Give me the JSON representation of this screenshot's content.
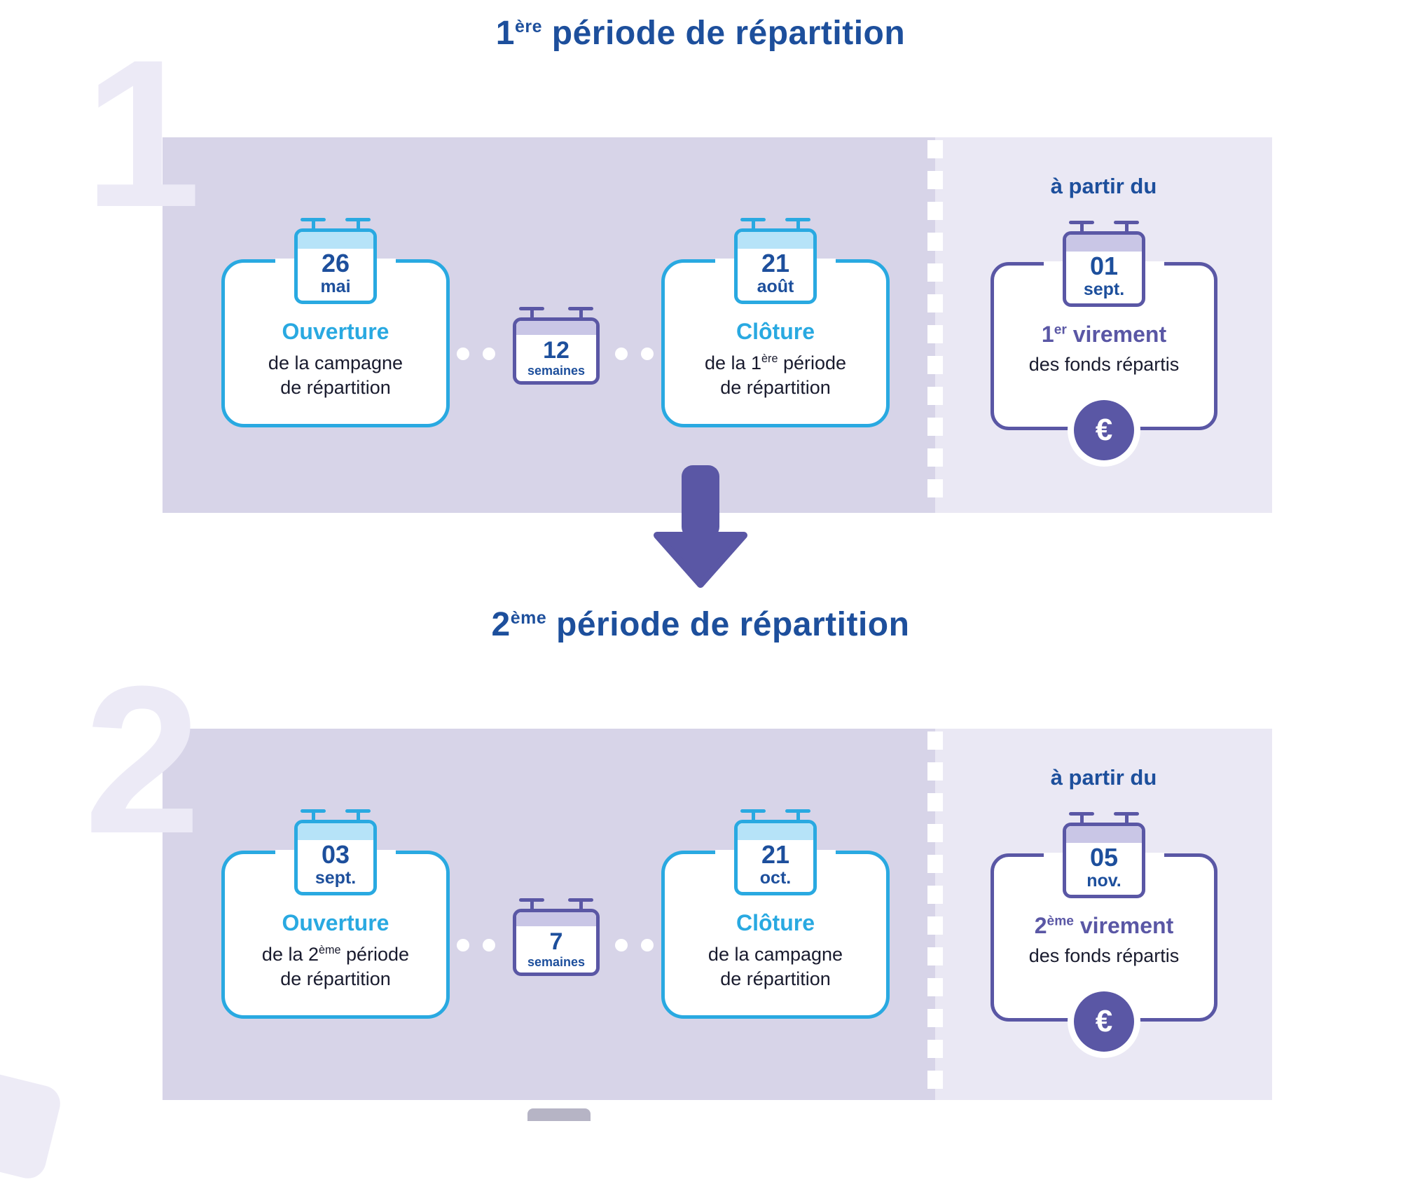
{
  "colors": {
    "title_blue": "#1d4f9c",
    "accent_cyan": "#29a9e1",
    "accent_purple": "#5a57a5",
    "body_text": "#191b2e",
    "timeline_panel_bg": "#d7d4e8",
    "payout_panel_bg": "#eae8f4",
    "calendar_band_cyan": "#b6e3f8",
    "calendar_band_purple": "#c9c6e6",
    "watermark": "#eceaf6"
  },
  "sections": [
    {
      "number": "1",
      "title": {
        "pre": "1",
        "sup": "ère",
        "post": " période de répartition"
      },
      "timeline": {
        "start": {
          "calendar": {
            "day": "26",
            "month": "mai"
          },
          "heading": "Ouverture",
          "line1": {
            "pre": "de la campagne",
            "sup": "",
            "post": ""
          },
          "line2": "de répartition"
        },
        "duration": {
          "value": "12",
          "unit": "semaines"
        },
        "end": {
          "calendar": {
            "day": "21",
            "month": "août"
          },
          "heading": "Clôture",
          "line1": {
            "pre": "de la 1",
            "sup": "ère",
            "post": " période"
          },
          "line2": "de répartition"
        }
      },
      "payout": {
        "intro": "à partir du",
        "calendar": {
          "day": "01",
          "month": "sept."
        },
        "heading": {
          "pre": "1",
          "sup": "er",
          "post": " virement"
        },
        "line": "des fonds répartis",
        "euro": "€"
      }
    },
    {
      "number": "2",
      "title": {
        "pre": "2",
        "sup": "ème",
        "post": " période de répartition"
      },
      "timeline": {
        "start": {
          "calendar": {
            "day": "03",
            "month": "sept."
          },
          "heading": "Ouverture",
          "line1": {
            "pre": "de la 2",
            "sup": "ème",
            "post": " période"
          },
          "line2": "de répartition"
        },
        "duration": {
          "value": "7",
          "unit": "semaines"
        },
        "end": {
          "calendar": {
            "day": "21",
            "month": "oct."
          },
          "heading": "Clôture",
          "line1": {
            "pre": "de la campagne",
            "sup": "",
            "post": ""
          },
          "line2": "de répartition"
        }
      },
      "payout": {
        "intro": "à partir du",
        "calendar": {
          "day": "05",
          "month": "nov."
        },
        "heading": {
          "pre": "2",
          "sup": "ème",
          "post": " virement"
        },
        "line": "des fonds répartis",
        "euro": "€"
      }
    }
  ]
}
